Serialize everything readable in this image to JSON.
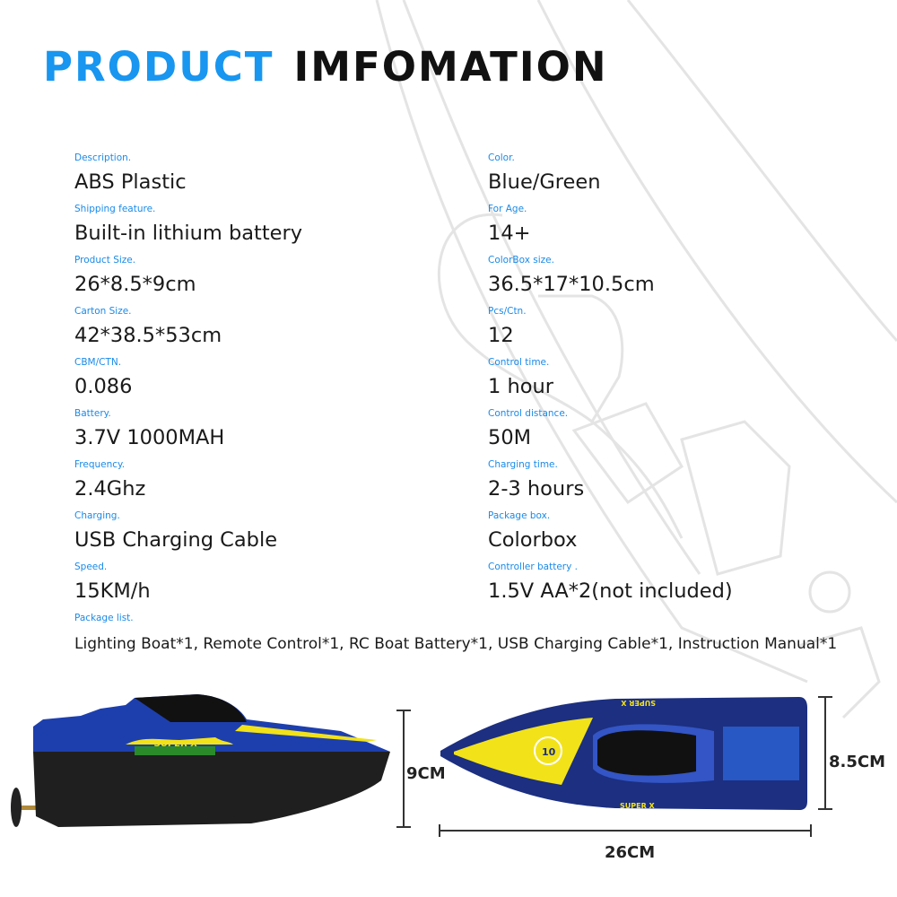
{
  "header": {
    "title_part1": "PRODUCT",
    "title_part2": "IMFOMATION",
    "accent_color": "#1896f0"
  },
  "specs_left": [
    {
      "label": "Description.",
      "value": "ABS Plastic"
    },
    {
      "label": "Shipping feature.",
      "value": "Built-in lithium battery"
    },
    {
      "label": "Product Size.",
      "value": "26*8.5*9cm"
    },
    {
      "label": "Carton Size.",
      "value": "42*38.5*53cm"
    },
    {
      "label": "CBM/CTN.",
      "value": "0.086"
    },
    {
      "label": "Battery.",
      "value": "3.7V 1000MAH"
    },
    {
      "label": "Frequency.",
      "value": "2.4Ghz"
    },
    {
      "label": "Charging.",
      "value": "USB Charging Cable"
    },
    {
      "label": "Speed.",
      "value": "15KM/h"
    }
  ],
  "specs_right": [
    {
      "label": "Color.",
      "value": "Blue/Green"
    },
    {
      "label": "For Age.",
      "value": "14+"
    },
    {
      "label": "ColorBox size.",
      "value": "36.5*17*10.5cm"
    },
    {
      "label": "Pcs/Ctn.",
      "value": "12"
    },
    {
      "label": "Control time.",
      "value": "1 hour"
    },
    {
      "label": "Control distance.",
      "value": "50M"
    },
    {
      "label": "Charging time.",
      "value": "2-3 hours"
    },
    {
      "label": "Package box.",
      "value": "Colorbox"
    },
    {
      "label": "Controller battery .",
      "value": "1.5V AA*2(not included)"
    }
  ],
  "package_list": {
    "label": "Package list.",
    "value": "Lighting Boat*1, Remote Control*1, RC Boat Battery*1, USB Charging Cable*1, Instruction Manual*1"
  },
  "dimensions": {
    "height": "9CM",
    "width": "8.5CM",
    "length": "26CM"
  },
  "boat": {
    "brand_text": "SUPER X",
    "number": "10",
    "hull_color": "#1f1f1f",
    "deck_color": "#1d3a9c",
    "stripe_color": "#f2e21a"
  }
}
